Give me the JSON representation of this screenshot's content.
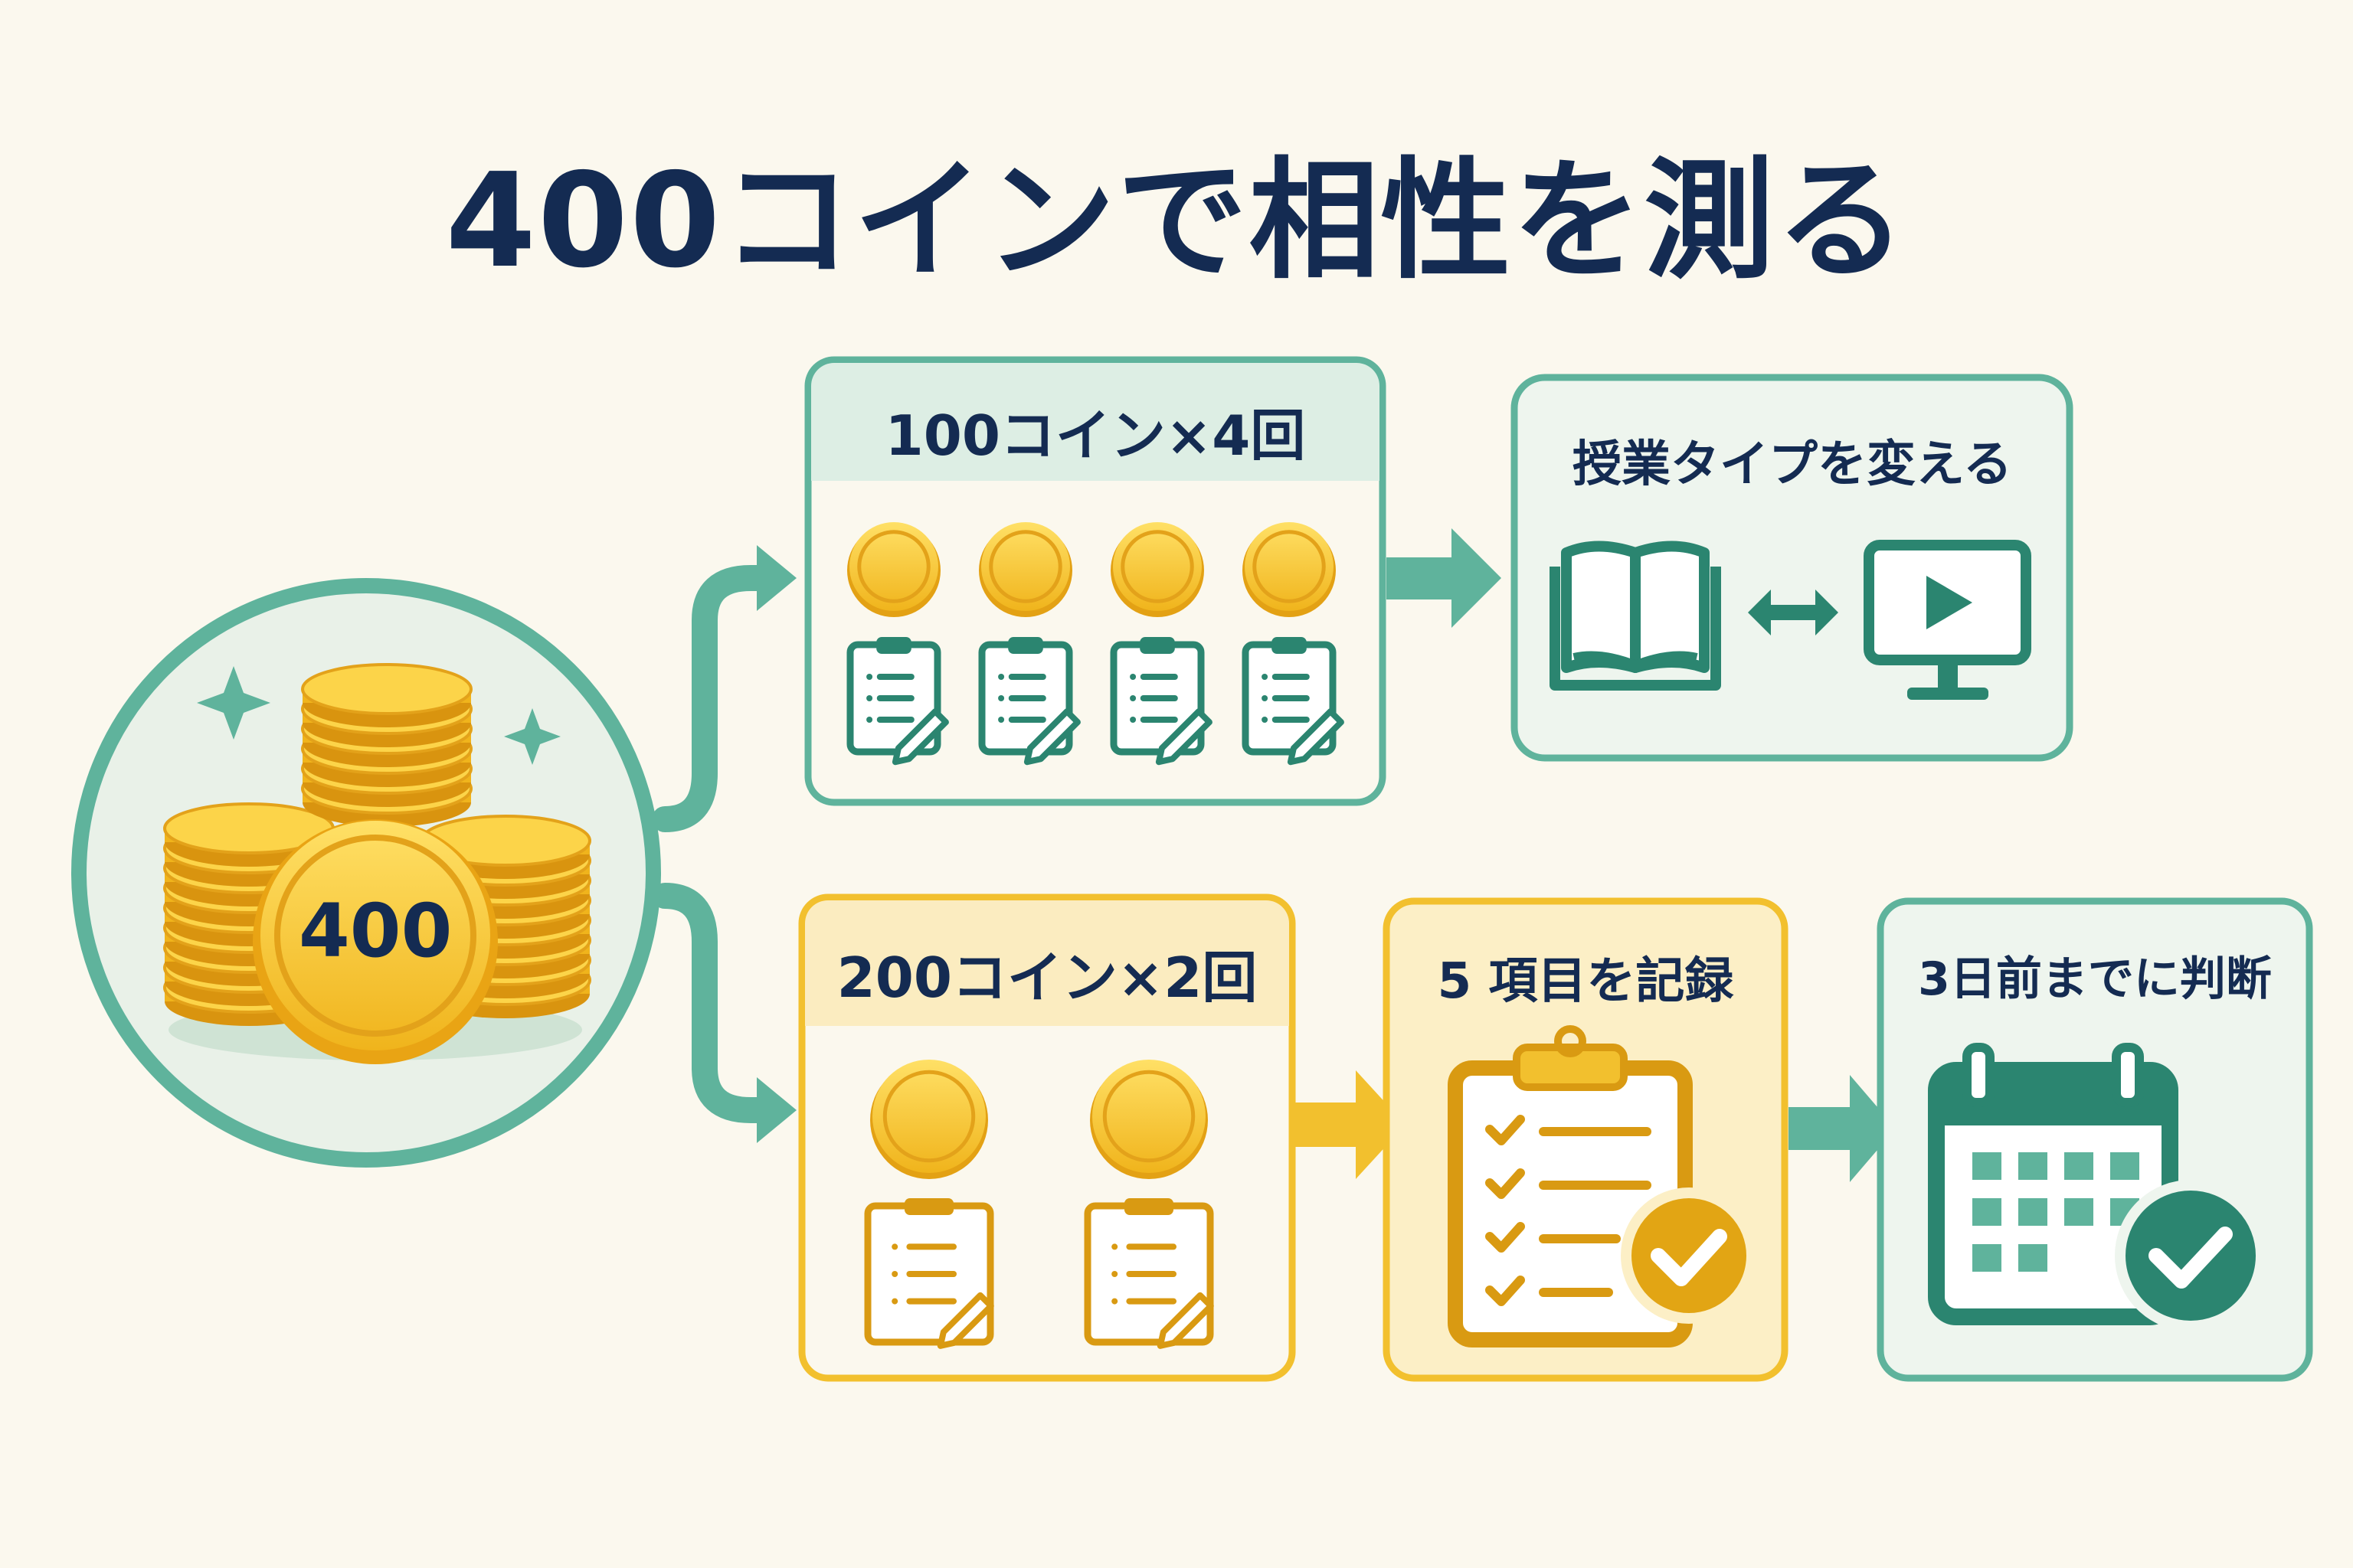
{
  "title": "400コインで相性を測る",
  "budget": {
    "coin_label": "400",
    "total": 400
  },
  "branches": [
    {
      "header": "100コイン×4回",
      "coins_per_visit": 100,
      "visits": 4,
      "result": {
        "title": "授業タイプを変える",
        "icons": [
          "book-icon",
          "swap-arrows-icon",
          "video-monitor-icon"
        ]
      }
    },
    {
      "header": "200コイン×2回",
      "coins_per_visit": 200,
      "visits": 2,
      "steps": [
        {
          "title": "5 項目を記録",
          "icon": "checklist-clipboard-icon"
        },
        {
          "title": "3日前までに判断",
          "icon": "calendar-check-icon"
        }
      ]
    }
  ],
  "colors": {
    "background": "#fbf8ee",
    "teal": "#5fb39c",
    "teal_dark": "#2b8570",
    "gold": "#f2c02e",
    "gold_dark": "#d99a12",
    "navy": "#142b52"
  }
}
